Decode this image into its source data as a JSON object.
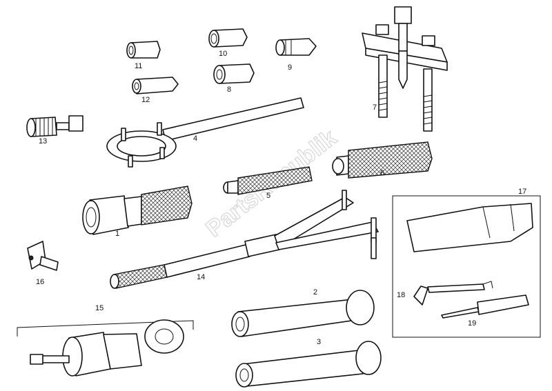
{
  "watermark": "PartsRepublik",
  "labels": {
    "p1": "1",
    "p2": "2",
    "p3": "3",
    "p4": "4",
    "p5": "5",
    "p6": "6",
    "p7": "7",
    "p8": "8",
    "p9": "9",
    "p10": "10",
    "p11": "11",
    "p12": "12",
    "p13": "13",
    "p14": "14",
    "p15": "15",
    "p16": "16",
    "p17": "17",
    "p18": "18",
    "p19": "19"
  }
}
